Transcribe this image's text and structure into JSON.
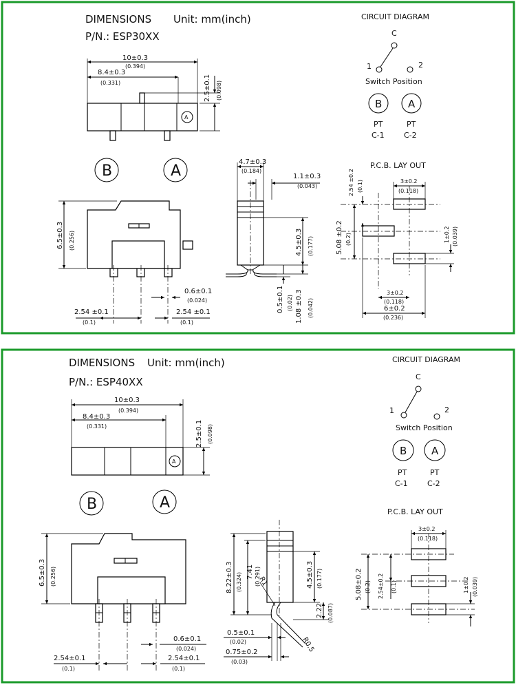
{
  "colors": {
    "frame": "#1a9a2a",
    "line": "#000000",
    "background": "#ffffff"
  },
  "panels": [
    {
      "dimensions_label": "DIMENSIONS",
      "unit_label": "Unit: mm(inch)",
      "part_number": "P/N.: ESP30XX",
      "circuit_title": "CIRCUIT DIAGRAM",
      "common_pin": "C",
      "pin_1": "1",
      "pin_2": "2",
      "switch_position": "Switch Position",
      "pos_b": "B",
      "pos_a": "A",
      "pos_b_pt": "PT",
      "pos_b_c": "C-1",
      "pos_a_pt": "PT",
      "pos_a_c": "C-2",
      "pcb_title": "P.C.B. LAY OUT",
      "dims": {
        "w10": "10±0.3",
        "w10_in": "(0.394)",
        "w84": "8.4±0.3",
        "w84_in": "(0.331)",
        "h25": "2.5±0.1",
        "h25_in": "(0.098)",
        "h65": "6.5±0.3",
        "h65_in": "(0.256)",
        "w06": "0.6±0.1",
        "w06_in": "(0.024)",
        "p254a": "2.54 ±0.1",
        "p254a_in": "(0.1)",
        "p254b": "2.54 ±0.1",
        "p254b_in": "(0.1)",
        "s47": "4.7±0.3",
        "s47_in": "(0.184)",
        "s11": "1.1±0.3",
        "s11_in": "(0.043)",
        "s45": "4.5±0.3",
        "s45_in": "(0.177)",
        "s05": "0.5±0.1",
        "s05_in": "(0.02)",
        "s108": "1.08 ±0.3",
        "s108_in": "(0.042)",
        "p254": "2.54 ±0.2",
        "p254_in": "(0.1)",
        "p3t": "3±0.2",
        "p3t_in": "(0.118)",
        "p508": "5.08 ±0.2",
        "p508_in": "(0.2)",
        "p1": "1±0.2",
        "p1_in": "(0.039)",
        "p3b": "3±0.2",
        "p3b_in": "(0.118)",
        "p6": "6±0.2",
        "p6_in": "(0.236)"
      }
    },
    {
      "dimensions_label": "DIMENSIONS",
      "unit_label": "Unit: mm(inch)",
      "part_number": "P/N.: ESP40XX",
      "circuit_title": "CIRCUIT DIAGRAM",
      "common_pin": "C",
      "pin_1": "1",
      "pin_2": "2",
      "switch_position": "Switch Position",
      "pos_b": "B",
      "pos_a": "A",
      "pos_b_pt": "PT",
      "pos_b_c": "C-1",
      "pos_a_pt": "PT",
      "pos_a_c": "C-2",
      "pcb_title": "P.C.B. LAY OUT",
      "dims": {
        "w10": "10±0.3",
        "w10_in": "(0.394)",
        "w84": "8.4±0.3",
        "w84_in": "(0.331)",
        "h25": "2.5±0.1",
        "h25_in": "(0.098)",
        "h65": "6.5±0.3",
        "h65_in": "(0.256)",
        "w06": "0.6±0.1",
        "w06_in": "(0.024)",
        "p254a": "2.54±0.1",
        "p254a_in": "(0.1)",
        "p254b": "2.54±0.1",
        "p254b_in": "(0.1)",
        "s822": "8.22±0.3",
        "s822_in": "(0.324)",
        "s741": "7.41",
        "s741_in": "(0.291)",
        "s45": "4.5±0.3",
        "s45_in": "(0.177)",
        "s222": "2.22",
        "s222_in": "(0.087)",
        "s05": "0.5±0.1",
        "s05_in": "(0.02)",
        "s075": "0.75±0.2",
        "s075_in": "(0.03)",
        "r1": "R1",
        "r05": "R0.5",
        "p3t": "3±0.2",
        "p3t_in": "(0.118)",
        "p508": "5.08±0.2",
        "p508_in": "(0.2)",
        "p254": "2.54±0.2",
        "p254_in": "(0.1)",
        "p1": "1±0.2",
        "p1_in": "(0.039)"
      }
    }
  ]
}
